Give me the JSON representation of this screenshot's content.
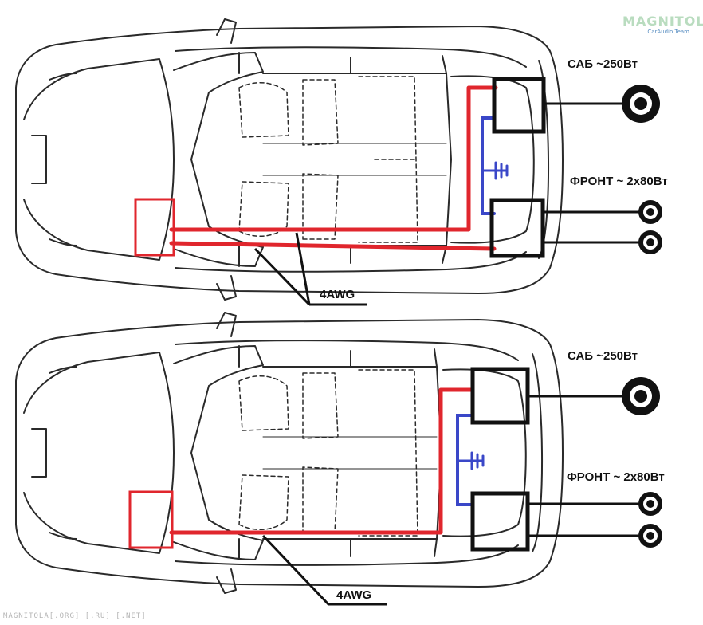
{
  "brand": {
    "name": "MAGNITOLA",
    "tagline": "CarAudio Team"
  },
  "watermark": "MAGNITOLA[.ORG] [.RU] [.NET]",
  "colors": {
    "power": "#e0262d",
    "ground": "#3a47c8",
    "outline": "#111111",
    "car": "#2a2a2a"
  },
  "diagrams": [
    {
      "id": "top",
      "sub_label": "САБ ~250Вт",
      "front_label": "ФРОНТ ~ 2х80Вт",
      "cable_label": "4AWG"
    },
    {
      "id": "bottom",
      "sub_label": "САБ ~250Вт",
      "front_label": "ФРОНТ ~ 2х80Вт",
      "cable_label": "4AWG"
    }
  ]
}
